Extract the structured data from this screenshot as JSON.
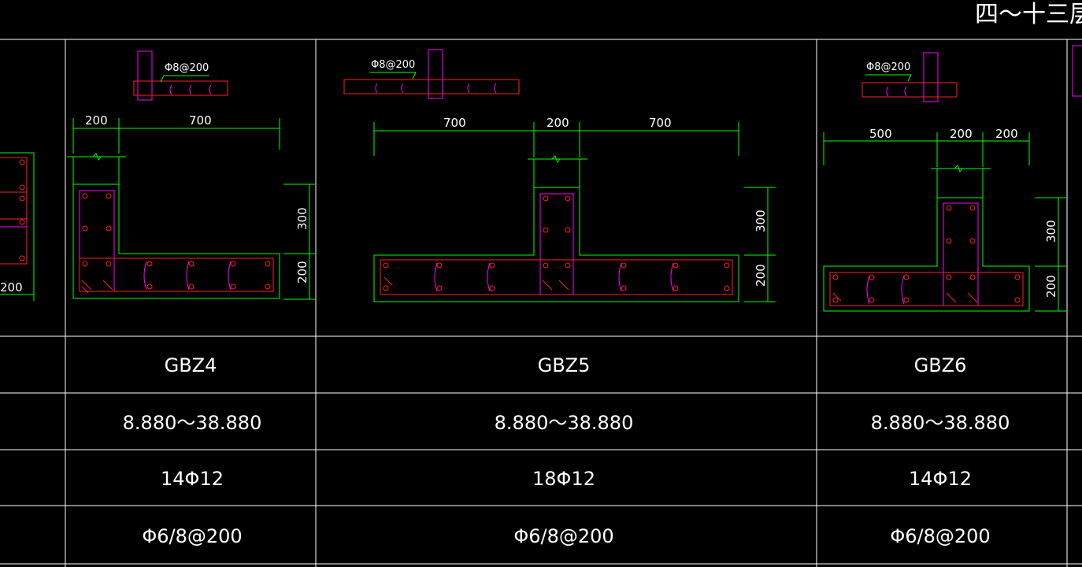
{
  "title": "四～十三层",
  "columns": [
    {
      "name": "GBZ4",
      "elevation": "8.880～38.880",
      "longitudinal": "14Φ12",
      "stirrup": "Φ6/8@200",
      "plan_note": "Φ8@200",
      "dims_top": [
        "200",
        "700"
      ],
      "dims_side": [
        "300",
        "200"
      ]
    },
    {
      "name": "GBZ5",
      "elevation": "8.880～38.880",
      "longitudinal": "18Φ12",
      "stirrup": "Φ6/8@200",
      "plan_note": "Φ8@200",
      "dims_top": [
        "700",
        "200",
        "700"
      ],
      "dims_side": [
        "300",
        "200"
      ]
    },
    {
      "name": "GBZ6",
      "elevation": "8.880～38.880",
      "longitudinal": "14Φ12",
      "stirrup": "Φ6/8@200",
      "plan_note": "Φ8@200",
      "dims_top": [
        "500",
        "200",
        "200"
      ],
      "dims_side": [
        "300",
        "200"
      ]
    }
  ],
  "left_partial_dim": "200",
  "colors": {
    "concrete": "#00ff00",
    "rebar": "#ff2020",
    "stirrup": "#ff00ff",
    "grid": "#ffffff",
    "background": "#000000"
  }
}
